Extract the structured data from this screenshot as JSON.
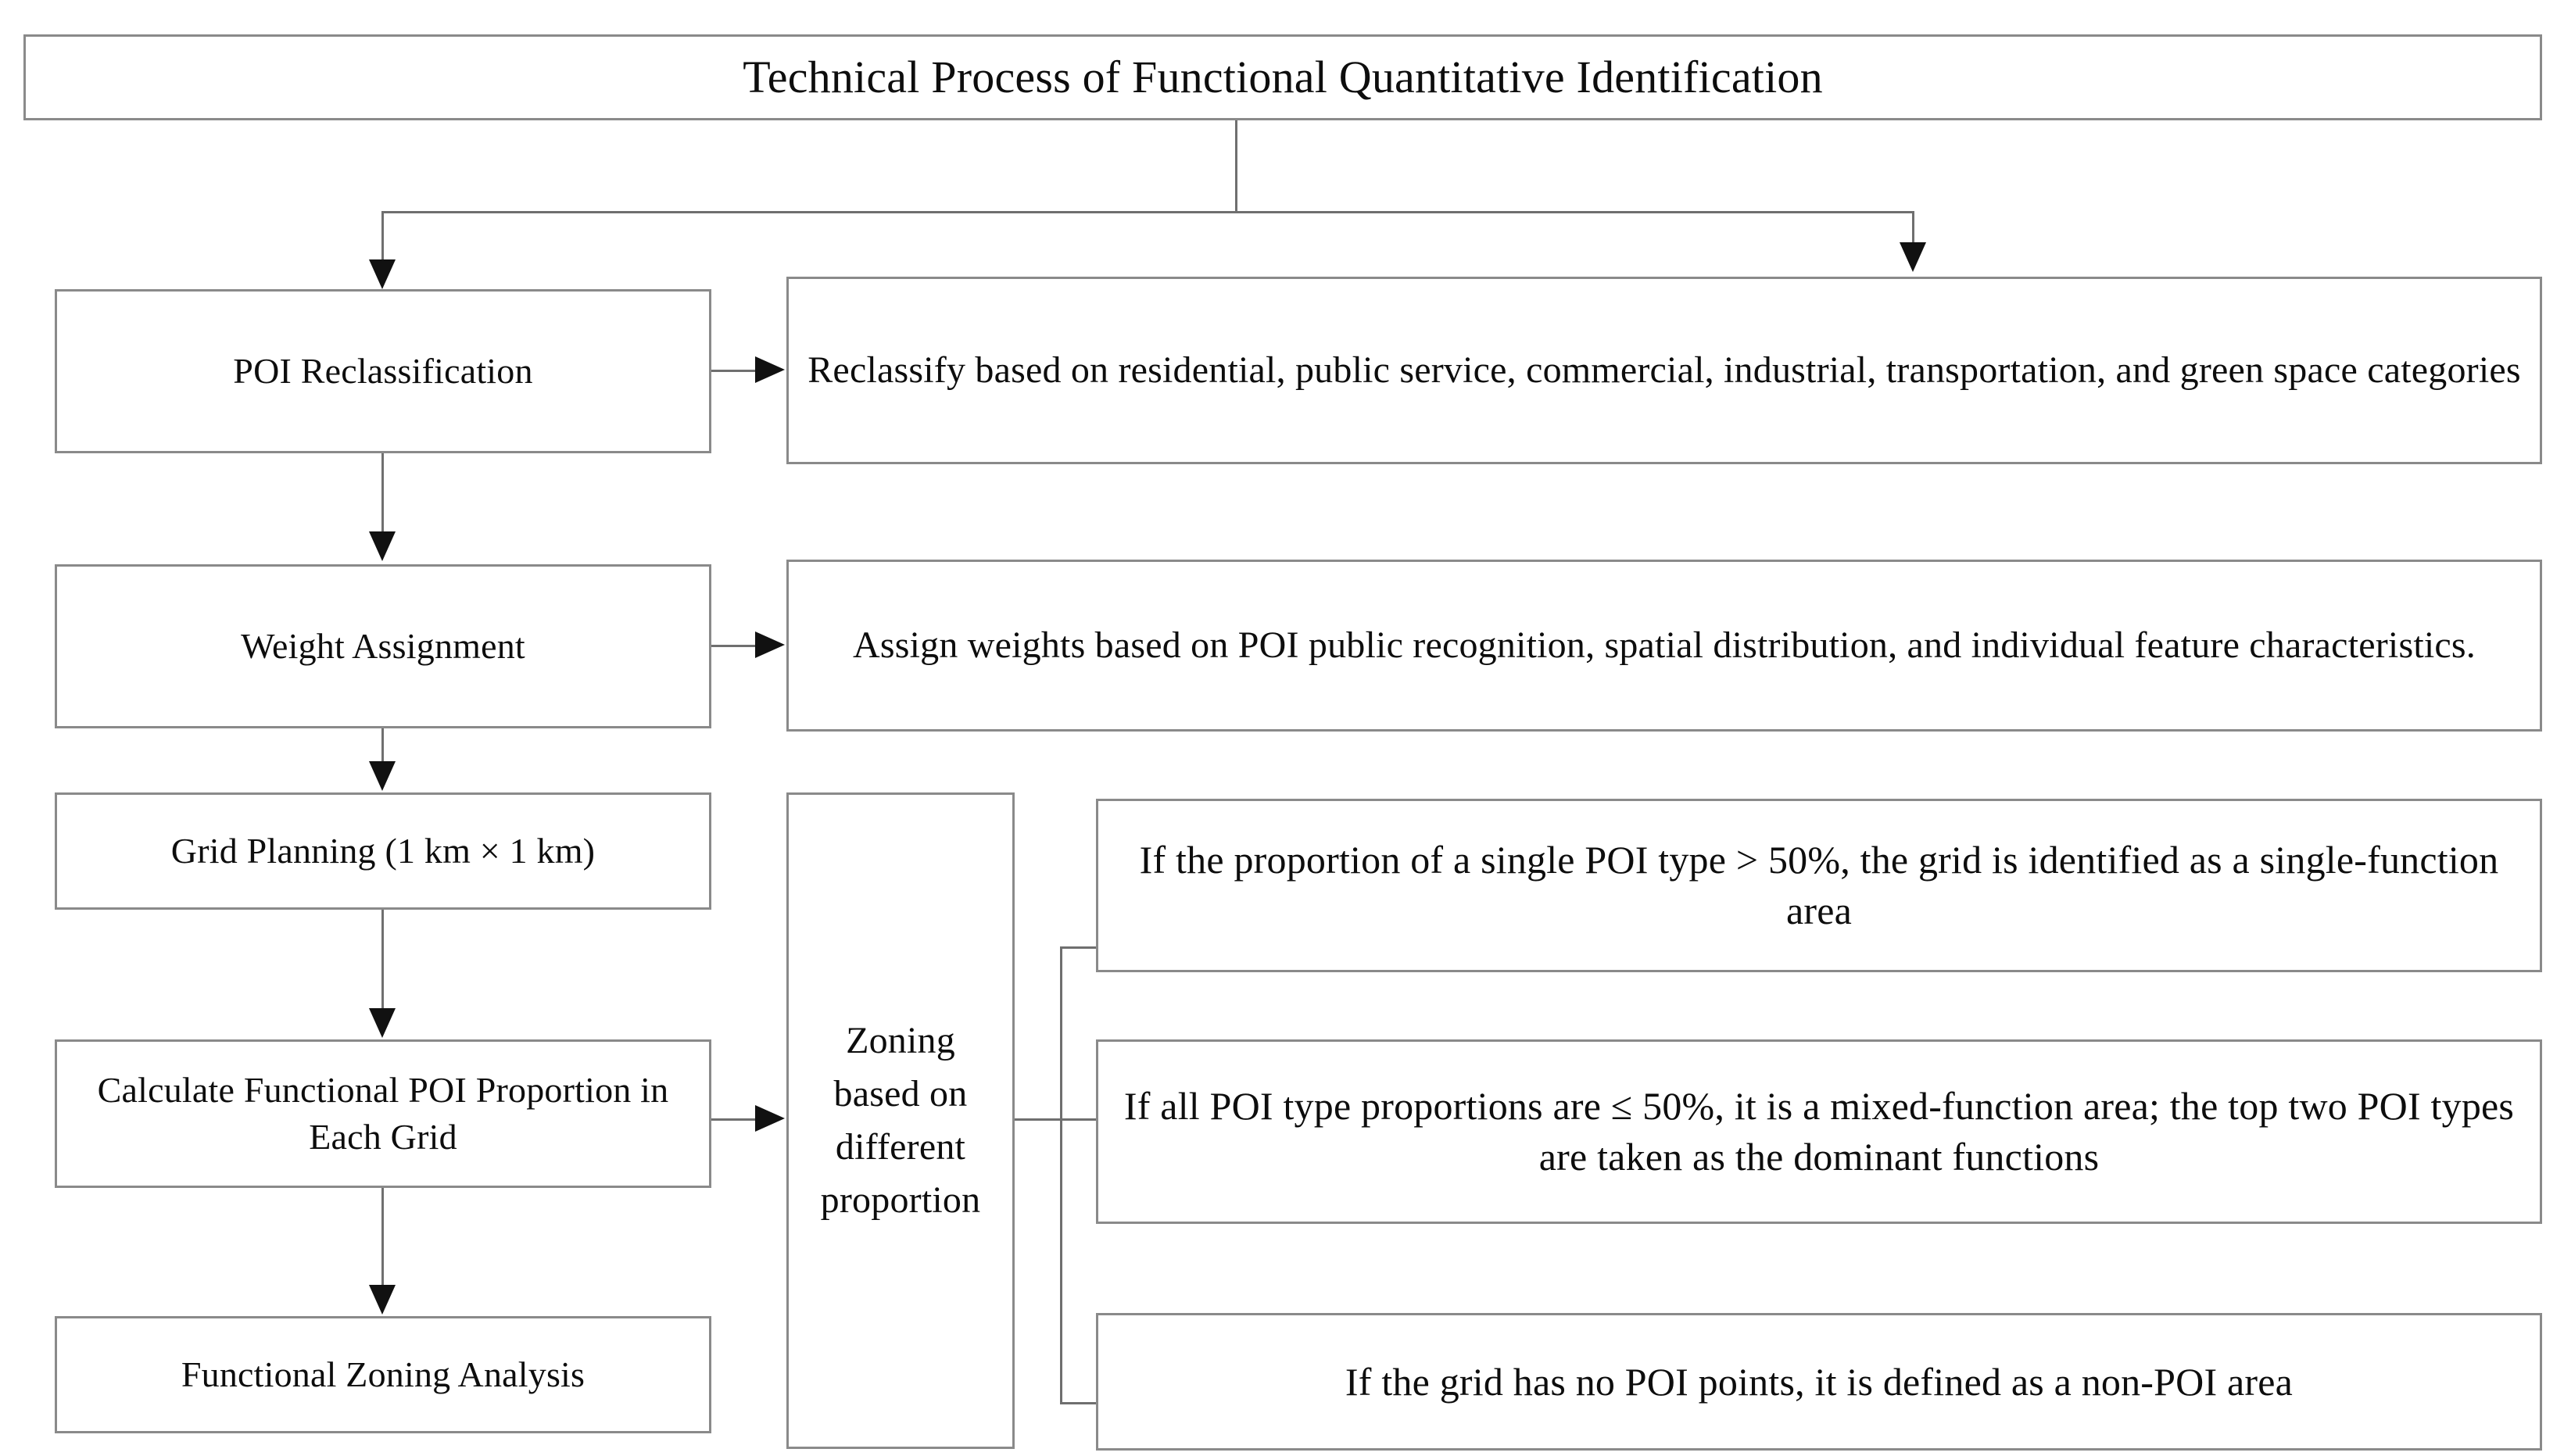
{
  "diagram": {
    "title": "Technical Process of Functional Quantitative Identification",
    "process_steps": [
      {
        "label": "POI Reclassification"
      },
      {
        "label": "Weight Assignment"
      },
      {
        "label": "Grid Planning (1 km × 1 km)"
      },
      {
        "label": "Calculate Functional POI Proportion in Each Grid"
      },
      {
        "label": "Functional Zoning Analysis"
      }
    ],
    "descriptions": [
      {
        "label": "Reclassify based on residential, public service, commercial, industrial, transportation, and green space categories"
      },
      {
        "label": "Assign weights based on POI public recognition, spatial distribution, and individual feature characteristics."
      }
    ],
    "zoning_rule": {
      "label": "Zoning based on different proportion"
    },
    "conditions": [
      {
        "label": "If the proportion of a single POI type > 50%, the grid is identified as a single-function area"
      },
      {
        "label": "If all POI type proportions are ≤ 50%, it is a mixed-function area; the top two POI types are taken as the dominant functions"
      },
      {
        "label": "If the grid has no POI points, it is defined as a non-POI area"
      }
    ],
    "colors": {
      "box_border": "#8a8a8a",
      "connector": "#6f6f6f",
      "arrow": "#111111",
      "text": "#0d0d0d",
      "background": "#ffffff"
    }
  }
}
